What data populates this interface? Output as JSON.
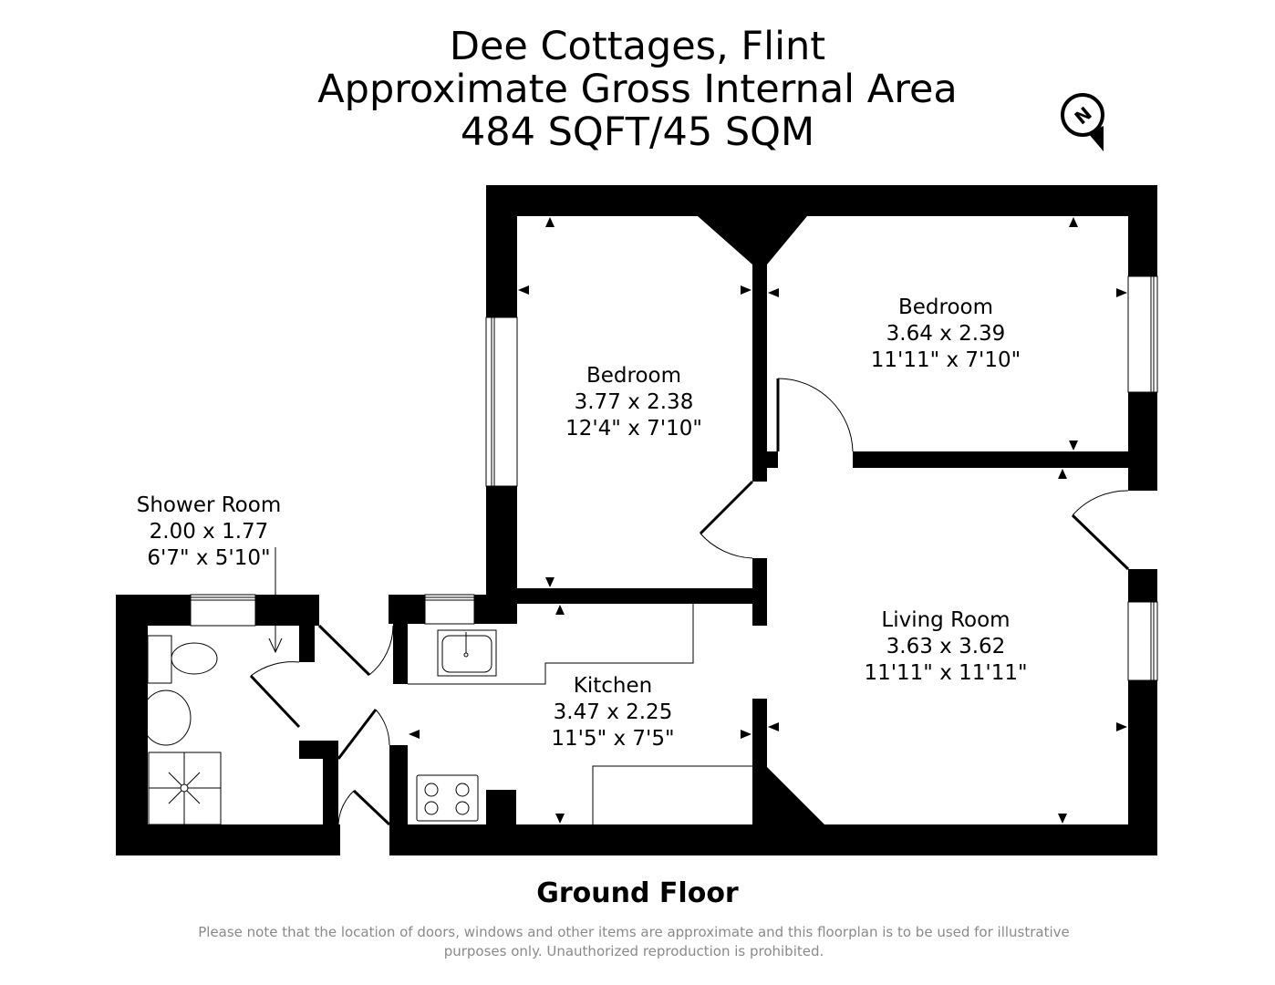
{
  "header": {
    "property_name": "Dee Cottages, Flint",
    "area_label": "Approximate Gross Internal Area",
    "area_value": "484 SQFT/45 SQM"
  },
  "compass": {
    "icon": "north-compass-icon",
    "letter": "N"
  },
  "rooms": [
    {
      "name": "Shower Room",
      "metric": "2.00 x 1.77",
      "imperial": "6'7\" x 5'10\""
    },
    {
      "name": "Bedroom",
      "metric": "3.77 x 2.38",
      "imperial": "12'4\" x 7'10\""
    },
    {
      "name": "Bedroom",
      "metric": "3.64 x 2.39",
      "imperial": "11'11\" x 7'10\""
    },
    {
      "name": "Kitchen",
      "metric": "3.47 x 2.25",
      "imperial": "11'5\" x 7'5\""
    },
    {
      "name": "Living Room",
      "metric": "3.63 x 3.62",
      "imperial": "11'11\" x 11'11\""
    }
  ],
  "floor": {
    "label": "Ground Floor"
  },
  "disclaimer": {
    "line1": "Please note that the location of doors, windows and other items are approximate and this floorplan is to be used for illustrative",
    "line2": "purposes only. Unauthorized reproduction is prohibited."
  },
  "colors": {
    "wall": "#000000",
    "background": "#ffffff",
    "disclaimer_text": "#8a8a8a"
  }
}
